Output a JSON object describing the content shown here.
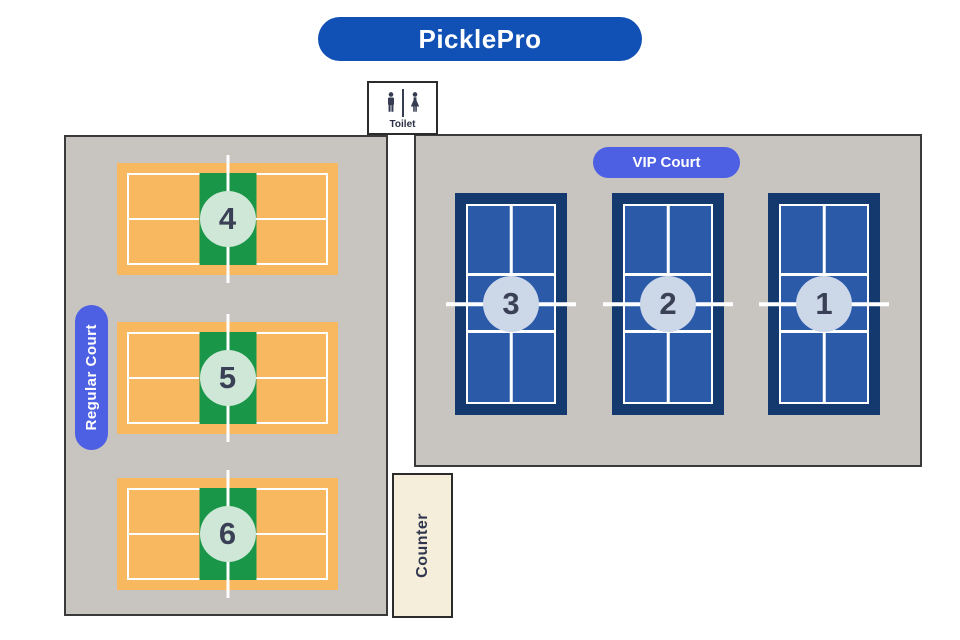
{
  "header": {
    "title": "PicklePro"
  },
  "facilities": {
    "toilet": {
      "label": "Toilet"
    },
    "counter": {
      "label": "Counter"
    }
  },
  "zones": {
    "regular": {
      "label": "Regular Court",
      "courts": [
        {
          "number": "4"
        },
        {
          "number": "5"
        },
        {
          "number": "6"
        }
      ]
    },
    "vip": {
      "label": "VIP Court",
      "courts": [
        {
          "number": "3"
        },
        {
          "number": "2"
        },
        {
          "number": "1"
        }
      ]
    }
  },
  "icons": {
    "male": "male-restroom-icon",
    "female": "female-restroom-icon"
  },
  "colors": {
    "brand_banner": "#1150b4",
    "zone_label_pill": "#4d5fe3",
    "zone_background": "#c8c5c0",
    "zone_border": "#3a3a3a",
    "regular_court_surface": "#f8b860",
    "regular_court_kitchen": "#1a9648",
    "regular_court_badge": "#cfe7d6",
    "vip_court_frame": "#14396e",
    "vip_court_surface": "#2a5aa8",
    "vip_court_badge": "#ccd7e8",
    "court_line": "#ffffff",
    "court_number_text": "#3a4156",
    "counter_background": "#f5eedb",
    "label_text": "#ffffff"
  }
}
